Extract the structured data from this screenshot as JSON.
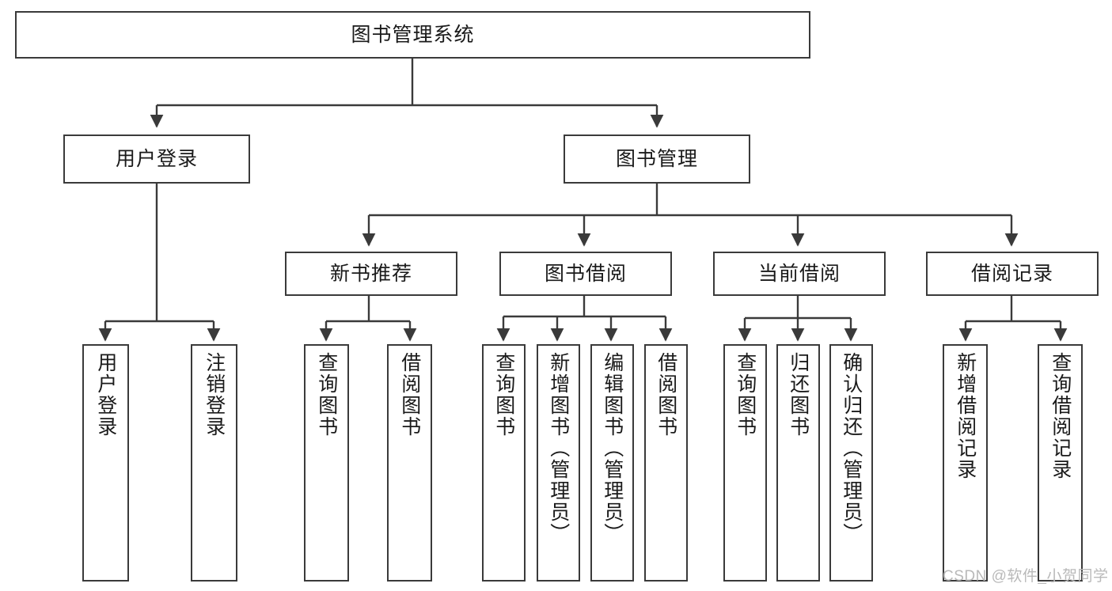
{
  "diagram": {
    "title": "图书管理系统",
    "type": "tree-hierarchy-diagram",
    "watermark": "CSDN @软件_小贺同学",
    "colors": {
      "stroke": "#3a3a3a",
      "fill": "#ffffff",
      "text": "#1a1a1a",
      "watermark": "#b9b9b9"
    },
    "levels": {
      "root": {
        "label": "图书管理系统"
      },
      "level2": [
        {
          "label": "用户登录"
        },
        {
          "label": "图书管理"
        }
      ],
      "level3": [
        {
          "label": "新书推荐"
        },
        {
          "label": "图书借阅"
        },
        {
          "label": "当前借阅"
        },
        {
          "label": "借阅记录"
        }
      ],
      "leaves": [
        {
          "label": "用户登录"
        },
        {
          "label": "注销登录"
        },
        {
          "label": "查询图书"
        },
        {
          "label": "借阅图书"
        },
        {
          "label": "查询图书"
        },
        {
          "label": "新增图书（管理员）"
        },
        {
          "label": "编辑图书（管理员）"
        },
        {
          "label": "借阅图书"
        },
        {
          "label": "查询图书"
        },
        {
          "label": "归还图书"
        },
        {
          "label": "确认归还（管理员）"
        },
        {
          "label": "新增借阅记录"
        },
        {
          "label": "查询借阅记录"
        }
      ]
    }
  }
}
